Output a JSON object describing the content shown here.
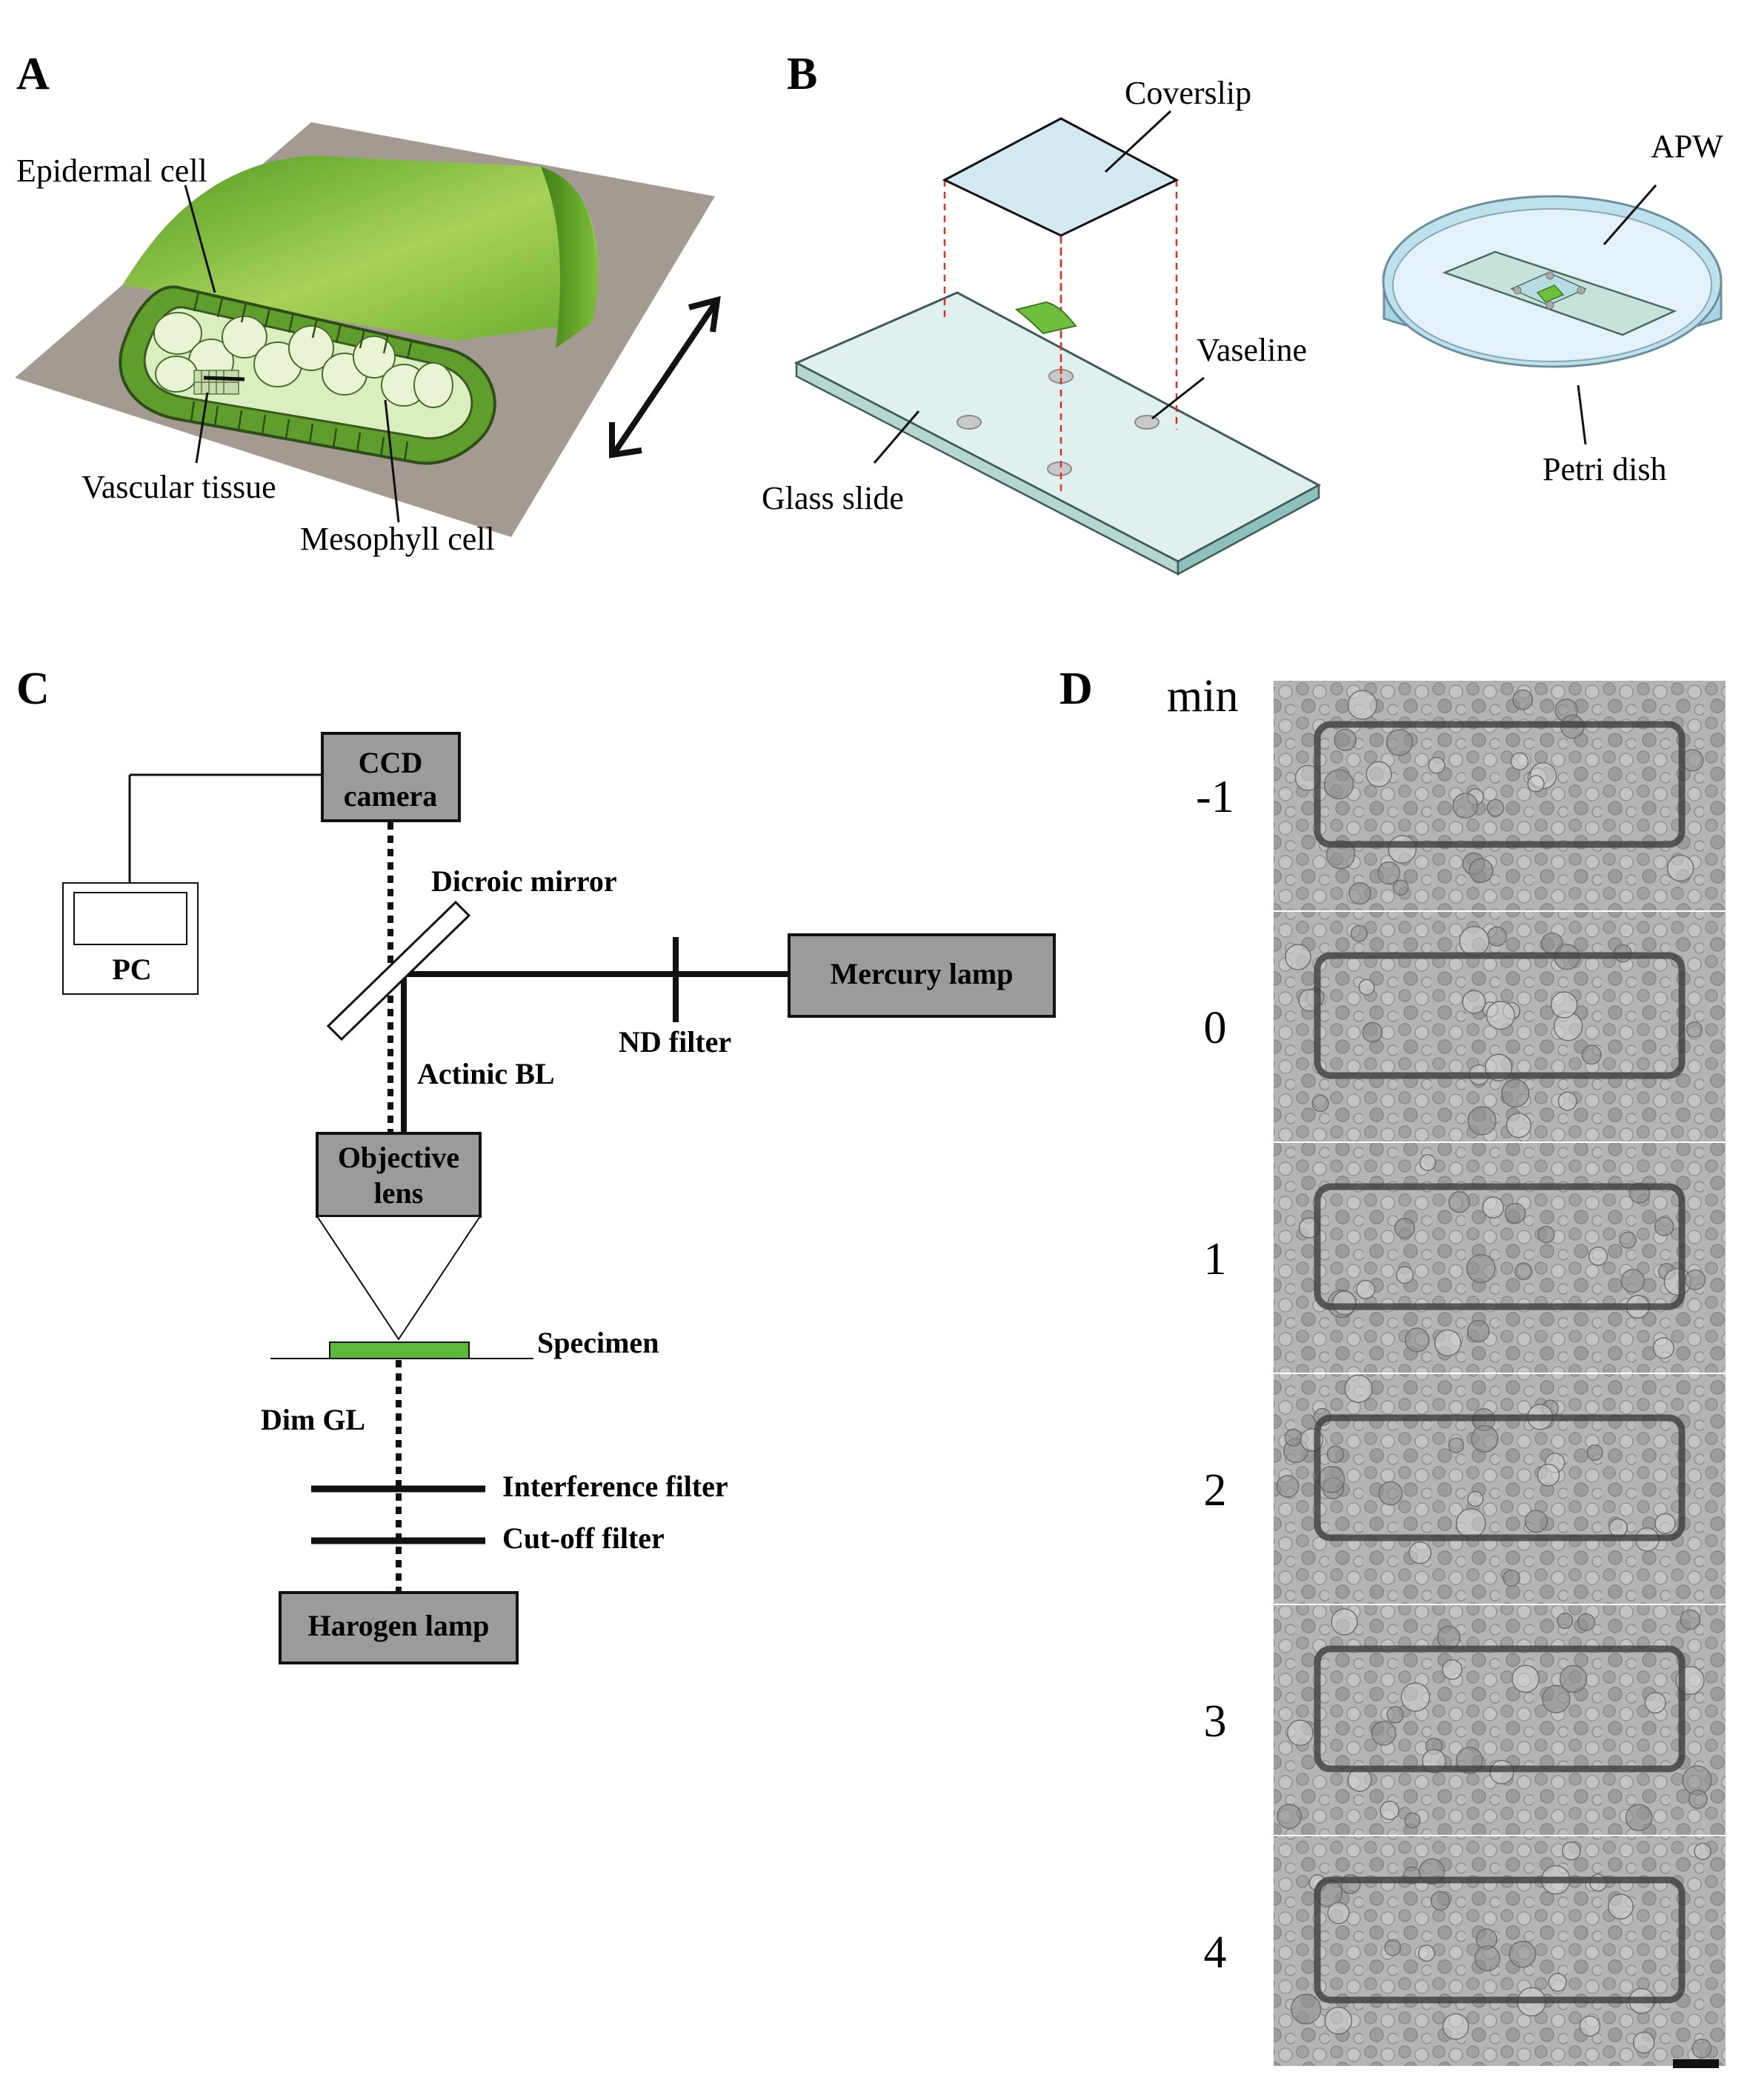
{
  "panels": {
    "a": "A",
    "b": "B",
    "c": "C",
    "d": "D"
  },
  "panel_a": {
    "epidermal": "Epidermal cell",
    "vascular": "Vascular tissue",
    "mesophyll": "Mesophyll cell"
  },
  "panel_b": {
    "coverslip": "Coverslip",
    "vaseline": "Vaseline",
    "glass_slide": "Glass slide",
    "apw": "APW",
    "petri": "Petri dish"
  },
  "panel_c": {
    "ccd_1": "CCD",
    "ccd_2": "camera",
    "pc": "PC",
    "dichroic": "Dicroic mirror",
    "mercury": "Mercury lamp",
    "nd": "ND filter",
    "actinic": "Actinic BL",
    "objective_1": "Objective",
    "objective_2": "lens",
    "specimen": "Specimen",
    "dim_gl": "Dim GL",
    "interference": "Interference filter",
    "cutoff": "Cut-off filter",
    "halogen": "Harogen lamp"
  },
  "panel_d": {
    "unit": "min",
    "times": [
      "-1",
      "0",
      "1",
      "2",
      "3",
      "4"
    ]
  },
  "colors": {
    "leaf_green": "#7fbf3a",
    "box_gray": "#9b9b9b",
    "glass": "#dff0ee",
    "petri_blue": "#a9d4e6",
    "specimen_green": "#5cb83a",
    "dashed_red": "#d9342b"
  }
}
